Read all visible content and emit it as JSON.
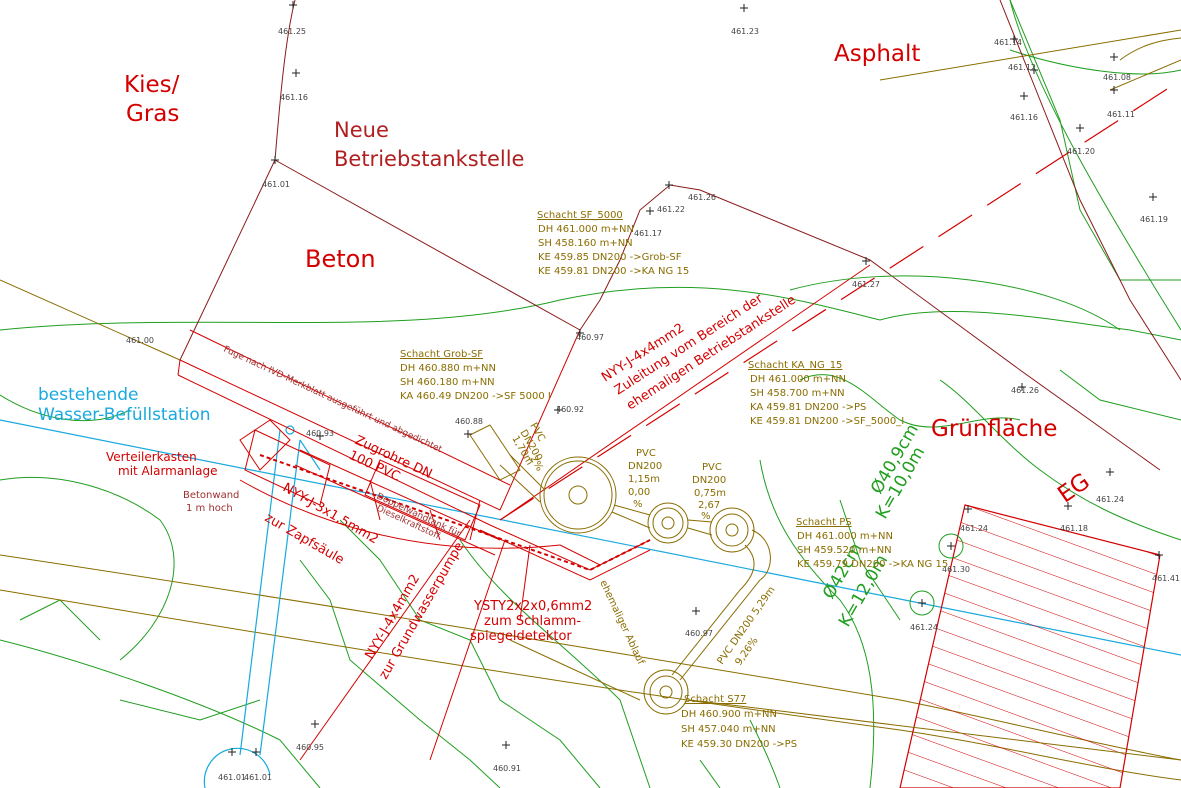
{
  "colors": {
    "red": "#d40000",
    "olive": "#8a6d00",
    "green": "#1f9e1f",
    "cyan": "#19a9de",
    "black": "#222222"
  },
  "areas": {
    "kies": "Kies/",
    "gras": "Gras",
    "neue": "Neue",
    "betriebstankstelle": "Betriebstankstelle",
    "beton": "Beton",
    "asphalt": "Asphalt",
    "gruenflaeche": "Grünfläche",
    "eg": "EG"
  },
  "labels": {
    "wasser1": "bestehende",
    "wasser2": "Wasser-Befüllstation",
    "verteiler1": "Verteilerkasten",
    "verteiler2": "mit Alarmanlage",
    "betonwand1": "Betonwand",
    "betonwand2": "1 m hoch",
    "fuge1": "Fuge nach IVD-Merkblatt ausgeführt und abgedichtet",
    "zugrohre1": "Zugrohre DN",
    "zugrohre2": "100 PVC",
    "nyy_3x1": "NYY-J-3x1,5mm2",
    "zapfsaeule": "zur Zapfsäule",
    "nyy_4x4_left": "NYY-J-4x4mm2",
    "grundwasser": "zur Grundwasserpumpe",
    "nyy_4x4_top": "NYY-J-4x4mm2",
    "zuleitung1": "Zuleitung vom Bereich der",
    "zuleitung2": "ehemaligen Betriebstankstelle",
    "ystyl1": "YSTY2x2x0,6mm2",
    "ystyl2": "zum Schlamm-",
    "ystyl3": "spiegeldetektor",
    "doppel1": "Doppelwandtank für",
    "doppel2": "Dieselkraftstoff",
    "ehem_ablauf": "ehemaliger Ablauf",
    "tree1_a": "Ø40,9cm",
    "tree1_b": "K=10,0m",
    "tree2_a": "Ø42cm",
    "tree2_b": "K=12,0m"
  },
  "schacht_sf": {
    "title": "Schacht SF_5000",
    "l1": "DH 461.000 m+NN",
    "l2": "SH 458.160 m+NN",
    "l3": "KE 459.85 DN200 ->Grob-SF",
    "l4": "KE 459.81 DN200 ->KA NG 15"
  },
  "schacht_grob": {
    "title": "Schacht Grob-SF",
    "l1": "DH 460.880 m+NN",
    "l2": "SH 460.180 m+NN",
    "l3": "KA 460.49 DN200 ->SF 5000 I"
  },
  "schacht_ka": {
    "title": "Schacht KA_NG_15",
    "l1": "DH 461.000 m+NN",
    "l2": "SH 458.700 m+NN",
    "l3": "KA 459.81 DN200 ->PS",
    "l4": "KE 459.81 DN200 ->SF_5000_I"
  },
  "schacht_ps": {
    "title": "Schacht PS",
    "l1": "DH 461.000 m+NN",
    "l2": "SH 459.520 m+NN",
    "l3": "KE 459.79 DN200 ->KA NG 15"
  },
  "schacht_s77": {
    "title": "Schacht S77",
    "l1": "DH 460.900 m+NN",
    "l2": "SH 457.040 m+NN",
    "l3": "KE 459.30 DN200 ->PS"
  },
  "pipes": {
    "p1_a": "PVC",
    "p1_b": "DN200",
    "p1_c": "1,70m",
    "p1_d": "2%",
    "p2_a": "PVC",
    "p2_b": "DN200",
    "p2_c": "1,15m",
    "p2_d": "0,00",
    "p2_e": "%",
    "p3_a": "PVC",
    "p3_b": "DN200",
    "p3_c": "0,75m",
    "p3_d": "2,67",
    "p3_e": "%",
    "p4_a": "PVC DN200 5,29m",
    "p4_b": "9,26%"
  },
  "heights": {
    "h1": "461.25",
    "h2": "461.16",
    "h3": "461.01",
    "h4": "461.00",
    "h5": "461.23",
    "h6": "461.14",
    "h7": "461.12",
    "h8": "461.08",
    "h9": "461.11",
    "h10": "461.16",
    "h11": "461.20",
    "h12": "461.19",
    "h13": "461.22",
    "h14": "461.17",
    "h15": "461.26",
    "h16": "461.27",
    "h17": "460.97",
    "h18": "460.88",
    "h19": "460.92",
    "h20": "460.93",
    "h21": "461.26",
    "h22": "461.24",
    "h23": "461.24",
    "h24": "461.18",
    "h25": "461.30",
    "h26": "461.41",
    "h27": "461.24",
    "h28": "460.97",
    "h29": "460.95",
    "h30": "460.91",
    "h31": "461.01",
    "h32": "461.01"
  }
}
